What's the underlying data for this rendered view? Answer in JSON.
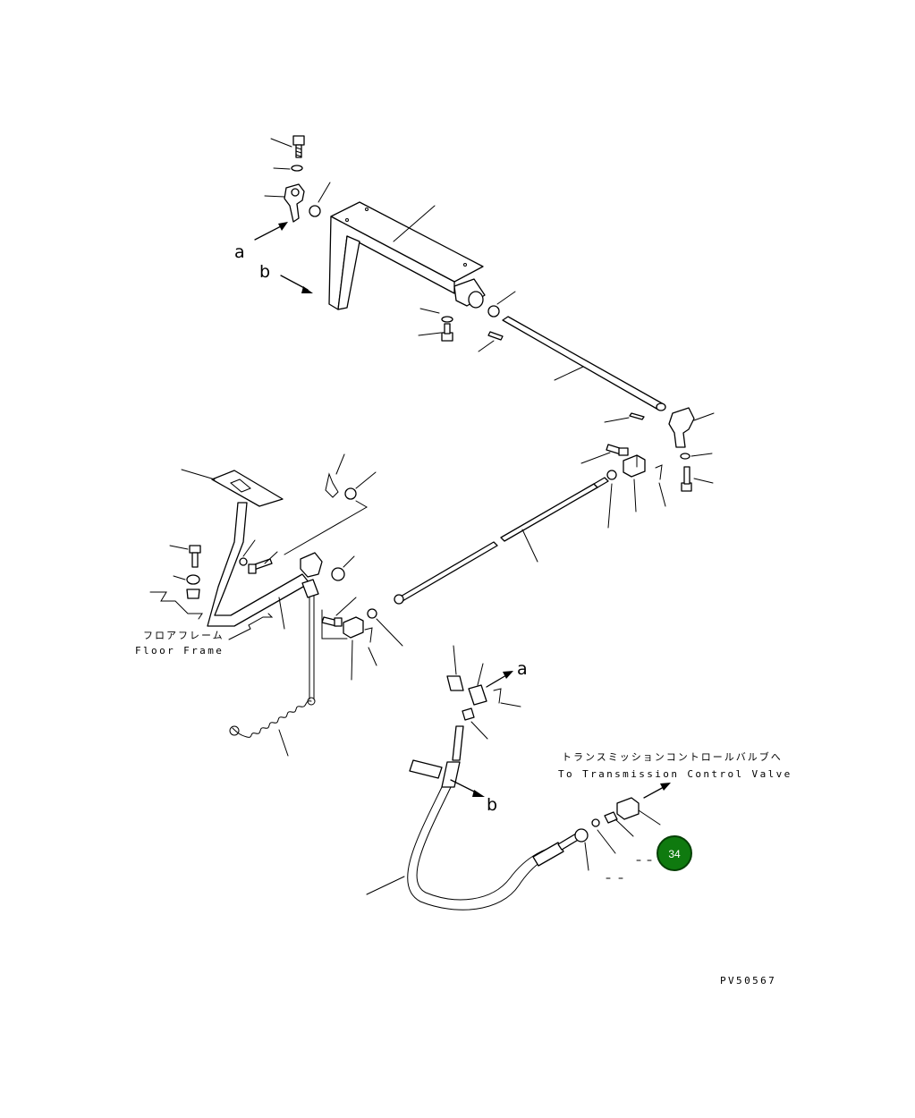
{
  "labels": {
    "a_top": "a",
    "b_top": "b",
    "a_bottom": "a",
    "b_bottom": "b"
  },
  "floor_frame": {
    "jp": "フロアフレーム",
    "en": "Floor Frame"
  },
  "transmission": {
    "jp": "トランスミッションコントロールバルブへ",
    "en": "To Transmission Control Valve"
  },
  "badge": {
    "number": "34",
    "color": "#0f7a0f"
  },
  "drawing_code": "PV50567"
}
